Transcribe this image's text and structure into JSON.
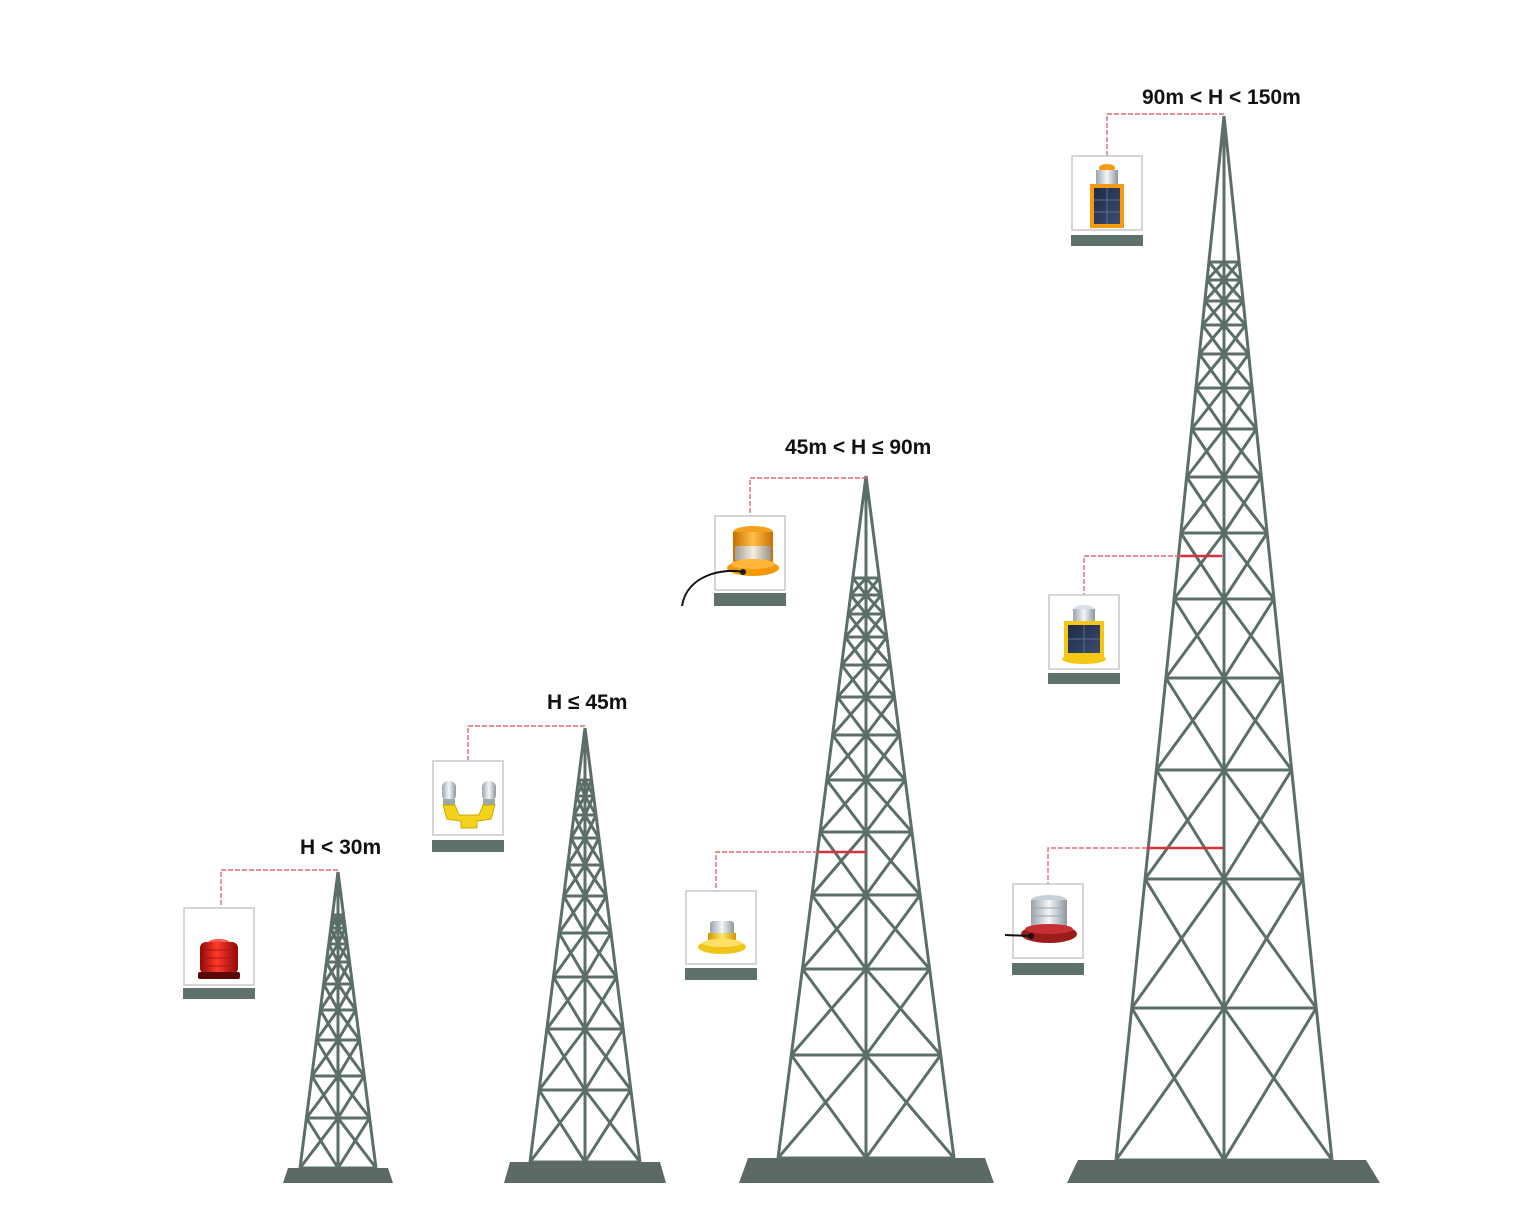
{
  "towers": [
    {
      "id": "tower-1",
      "height_label": "H < 30m"
    },
    {
      "id": "tower-2",
      "height_label": "H ≤ 45m"
    },
    {
      "id": "tower-3",
      "height_label": "45m < H ≤ 90m"
    },
    {
      "id": "tower-4",
      "height_label": "90m < H < 150m"
    }
  ],
  "lights": [
    {
      "id": "red-beacon",
      "icon": "red-obstruction-light-icon",
      "color": "#d61f1f"
    },
    {
      "id": "double-beacon",
      "icon": "double-obstruction-light-icon",
      "color": "#f2d21b"
    },
    {
      "id": "orange-beacon",
      "icon": "medium-intensity-light-icon",
      "color": "#f5a31a"
    },
    {
      "id": "yellow-small-beacon",
      "icon": "low-intensity-light-icon",
      "color": "#f0c419"
    },
    {
      "id": "solar-orange-beacon",
      "icon": "solar-light-orange-icon",
      "color": "#f59a12"
    },
    {
      "id": "solar-yellow-beacon",
      "icon": "solar-light-yellow-icon",
      "color": "#f3c712"
    },
    {
      "id": "red-base-beacon",
      "icon": "red-base-light-icon",
      "color": "#9c1c1c"
    }
  ]
}
